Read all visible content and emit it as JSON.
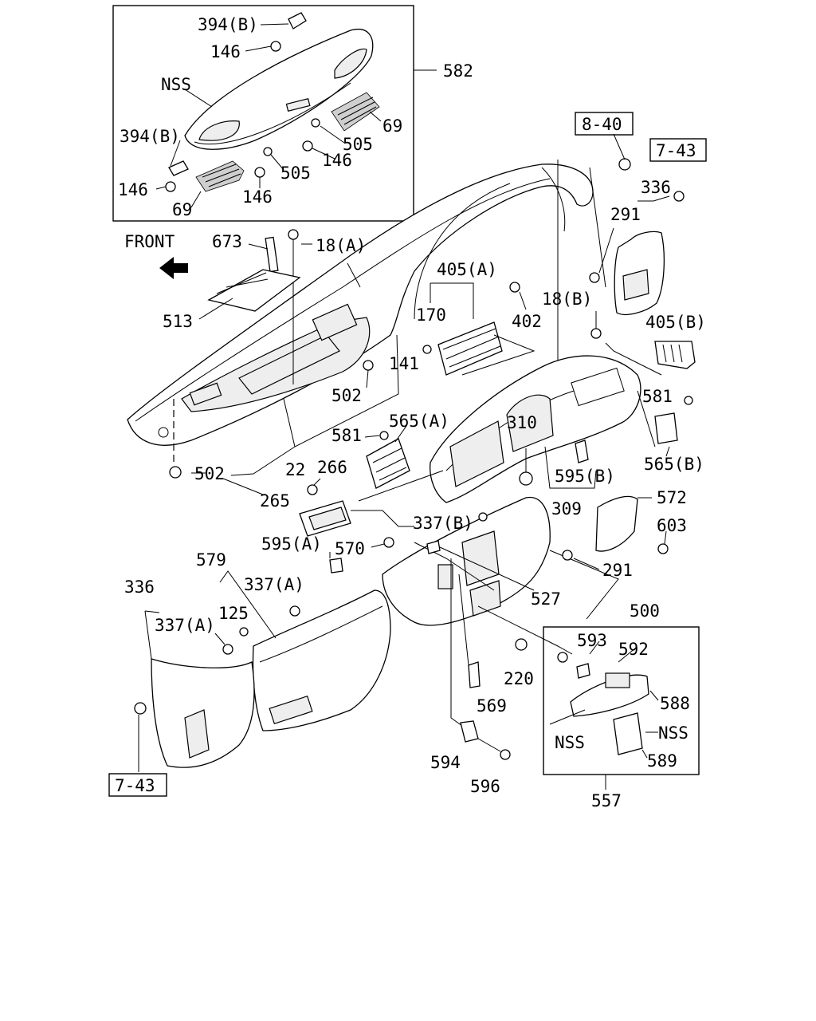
{
  "front_label": "FRONT",
  "refs": {
    "r840": "8-40",
    "r743_top": "7-43",
    "r743_bottom": "7-43"
  },
  "labels": {
    "l394b_top": "394(B)",
    "l146_top": "146",
    "l582": "582",
    "lnss_top": "NSS",
    "l69_right": "69",
    "l394b_mid": "394(B)",
    "l505_a": "505",
    "l146_b": "146",
    "l505_b": "505",
    "l146_left": "146",
    "l146_bottom": "146",
    "l69_left": "69",
    "l336_top": "336",
    "l291_top": "291",
    "l673": "673",
    "l18a": "18(A)",
    "l405a": "405(A)",
    "l170": "170",
    "l402": "402",
    "l18b": "18(B)",
    "l405b": "405(B)",
    "l513": "513",
    "l141": "141",
    "l502_a": "502",
    "l581_right": "581",
    "l565a": "565(A)",
    "l310": "310",
    "l581_left": "581",
    "l565b": "565(B)",
    "l502_b": "502",
    "l22": "22",
    "l266": "266",
    "l595b": "595(B)",
    "l265": "265",
    "l309": "309",
    "l572": "572",
    "l337b": "337(B)",
    "l603": "603",
    "l595a": "595(A)",
    "l570": "570",
    "l291_mid": "291",
    "l579": "579",
    "l337a_upper": "337(A)",
    "l527": "527",
    "l500": "500",
    "l336_left": "336",
    "l125": "125",
    "l337a_lower": "337(A)",
    "l593": "593",
    "l592": "592",
    "l220": "220",
    "l588": "588",
    "l569": "569",
    "lnss_right": "NSS",
    "lnss_left": "NSS",
    "l589": "589",
    "l594": "594",
    "l596": "596",
    "l557": "557"
  }
}
